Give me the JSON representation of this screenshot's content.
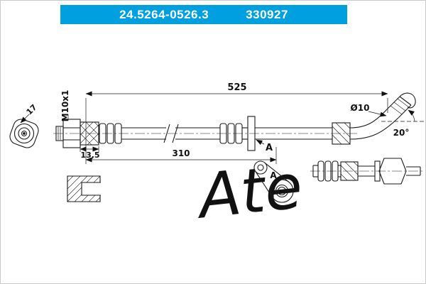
{
  "header": {
    "part_number": "24.5264-0526.3",
    "ref_number": "330927",
    "bar_color": "#009fe0",
    "text_color": "#ffffff"
  },
  "watermark": {
    "text": "Ate",
    "color": "#d2d2d2"
  },
  "dimensions": {
    "overall_length": "525",
    "intermediate_length": "310",
    "fitting_length": "13,5",
    "thread_spec": "M10x1",
    "banjo_width": "17",
    "pipe_diameter": "Ø10",
    "bend_angle": "20°"
  },
  "section_labels": {
    "flange_ref": "A",
    "bracket_ref": "A"
  },
  "line_color": "#1a1a1a"
}
